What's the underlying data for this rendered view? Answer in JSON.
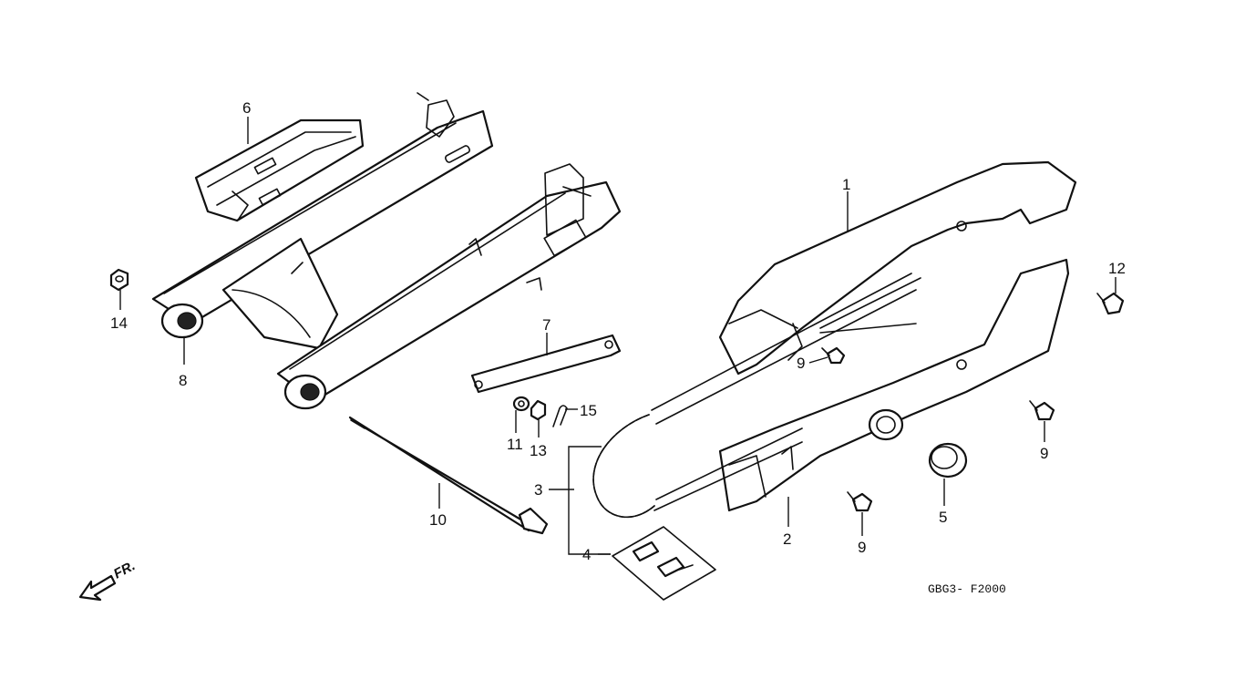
{
  "diagram": {
    "drawing_code": "GBG3- F2000",
    "front_marker": "FR.",
    "callouts": [
      {
        "id": "1",
        "text": "1"
      },
      {
        "id": "2",
        "text": "2"
      },
      {
        "id": "3",
        "text": "3"
      },
      {
        "id": "4",
        "text": "4"
      },
      {
        "id": "5",
        "text": "5"
      },
      {
        "id": "6",
        "text": "6"
      },
      {
        "id": "7",
        "text": "7"
      },
      {
        "id": "8",
        "text": "8"
      },
      {
        "id": "9a",
        "text": "9"
      },
      {
        "id": "9b",
        "text": "9"
      },
      {
        "id": "9c",
        "text": "9"
      },
      {
        "id": "10",
        "text": "10"
      },
      {
        "id": "11",
        "text": "11"
      },
      {
        "id": "12",
        "text": "12"
      },
      {
        "id": "13",
        "text": "13"
      },
      {
        "id": "14",
        "text": "14"
      },
      {
        "id": "15",
        "text": "15"
      }
    ]
  }
}
